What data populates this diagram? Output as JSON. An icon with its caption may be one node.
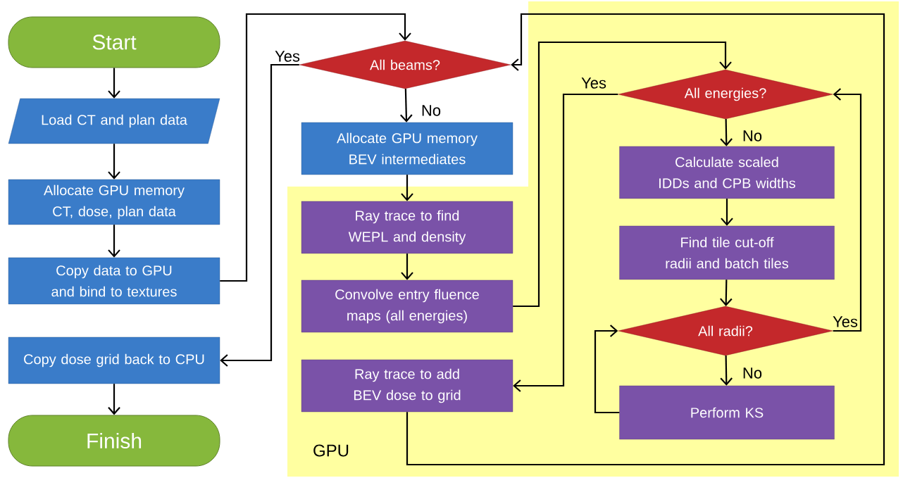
{
  "diagram": {
    "nodes": [
      {
        "text": [
          "Start"
        ]
      },
      {
        "text": [
          "Load CT and plan data"
        ]
      },
      {
        "text": [
          "Allocate GPU memory CT, dose, plan data"
        ]
      },
      {
        "text": [
          "Copy data to GPU and bind to textures"
        ]
      },
      {
        "text": [
          "Copy dose grid back to CPU"
        ]
      },
      {
        "text": [
          "Finish"
        ]
      },
      {
        "text": [
          "All beams?"
        ]
      },
      {
        "text": [
          "Allocate GPU memory BEV intermediates"
        ]
      },
      {
        "text": [
          "GPU"
        ]
      },
      {
        "text": [
          "Ray trace to find WEPL and density"
        ],
        "in": 8
      },
      {
        "text": [
          "Convolve entry fluence maps (all energies)"
        ],
        "in": 8
      },
      {
        "text": [
          "Ray trace to add BEV dose to grid"
        ],
        "in": 8
      },
      {
        "text": [
          "All energies?"
        ],
        "in": 8
      },
      {
        "text": [
          "Calculate scaled IDDs and CPB widths"
        ],
        "in": 8
      },
      {
        "text": [
          "Find tile cut-off radii and batch tiles"
        ],
        "in": 8
      },
      {
        "text": [
          "All radii?"
        ],
        "in": 8
      },
      {
        "text": [
          "Perform KS"
        ],
        "in": 8
      }
    ],
    "edges": [
      {
        "from": 0,
        "to": 1,
        "arrow": "to"
      },
      {
        "from": 1,
        "to": 2,
        "arrow": "to"
      },
      {
        "from": 2,
        "to": 3,
        "arrow": "to"
      },
      {
        "from": 3,
        "to": 6,
        "arrow": "to"
      },
      {
        "from": 6,
        "to": 7,
        "arrow": "to",
        "label": "No"
      },
      {
        "from": 6,
        "to": 4,
        "arrow": "to",
        "label": "Yes"
      },
      {
        "from": 4,
        "to": 5,
        "arrow": "to"
      },
      {
        "from": 7,
        "to": 9,
        "arrow": "to"
      },
      {
        "from": 9,
        "to": 10,
        "arrow": "to"
      },
      {
        "from": 10,
        "to": 12,
        "arrow": "to"
      },
      {
        "from": 12,
        "to": 13,
        "arrow": "to",
        "label": "No"
      },
      {
        "from": 12,
        "to": 11,
        "arrow": "to",
        "label": "Yes"
      },
      {
        "from": 13,
        "to": 14,
        "arrow": "to"
      },
      {
        "from": 14,
        "to": 15,
        "arrow": "to"
      },
      {
        "from": 15,
        "to": 16,
        "arrow": "to",
        "label": "No"
      },
      {
        "from": 16,
        "to": 15,
        "arrow": "to"
      },
      {
        "from": 15,
        "to": 12,
        "arrow": "to",
        "label": "Yes"
      },
      {
        "from": 11,
        "to": 6,
        "arrow": "to"
      }
    ]
  }
}
